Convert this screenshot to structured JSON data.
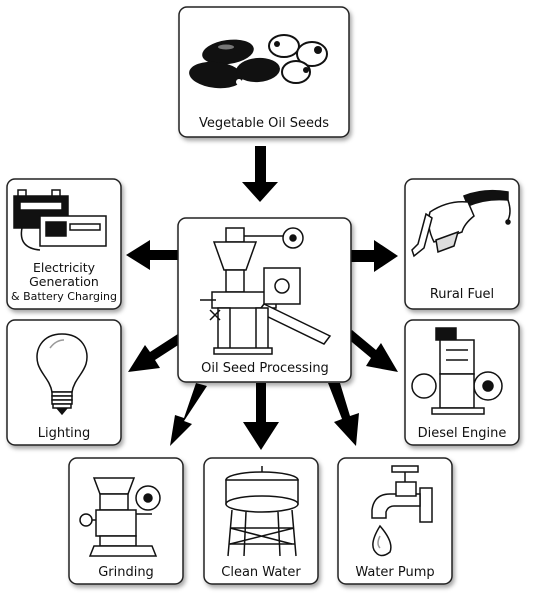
{
  "diagram": {
    "center": {
      "label": "Oil Seed Processing",
      "icon": "oil-press-machine"
    },
    "input": {
      "label": "Vegetable Oil Seeds",
      "icon": "seeds-illustration"
    },
    "outputs": [
      {
        "id": "electricity",
        "label_lines": [
          "Electricity",
          "Generation",
          "& Battery Charging"
        ],
        "icon": "battery-charger"
      },
      {
        "id": "lighting",
        "label": "Lighting",
        "icon": "light-bulb"
      },
      {
        "id": "grinding",
        "label": "Grinding",
        "icon": "grain-grinder"
      },
      {
        "id": "clean-water",
        "label": "Clean Water",
        "icon": "water-tower"
      },
      {
        "id": "water-pump",
        "label": "Water Pump",
        "icon": "faucet"
      },
      {
        "id": "diesel",
        "label": "Diesel Engine",
        "icon": "diesel-engine"
      },
      {
        "id": "rural-fuel",
        "label": "Rural Fuel",
        "icon": "fuel-nozzle"
      }
    ]
  }
}
